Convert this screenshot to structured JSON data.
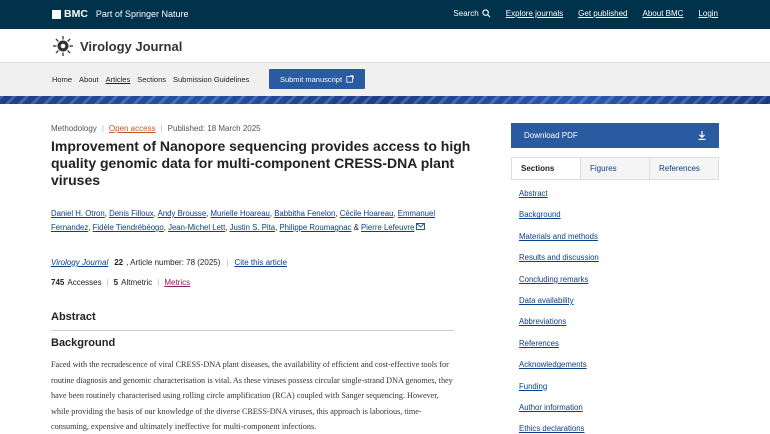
{
  "topbar": {
    "brand": "BMC",
    "part_of": "Part of Springer Nature",
    "links": [
      "Search",
      "Explore journals",
      "Get published",
      "About BMC",
      "Login"
    ]
  },
  "journal": {
    "title": "Virology Journal",
    "nav": [
      "Home",
      "About",
      "Articles",
      "Sections",
      "Submission Guidelines"
    ],
    "active_nav": "Articles",
    "submit_label": "Submit manuscript"
  },
  "article": {
    "type": "Methodology",
    "open_access": "Open access",
    "published": "Published: 18 March 2025",
    "title": "Improvement of Nanopore sequencing provides access to high quality genomic data for multi-component CRESS-DNA plant viruses",
    "authors": [
      "Daniel H. Otron",
      "Denis Filloux",
      "Andy Brousse",
      "Murielle Hoareau",
      "Babbitha Fenelon",
      "Cécile Hoareau",
      "Emmanuel Fernandez",
      "Fidèle Tiendrébéogo",
      "Jean-Michel Lett",
      "Justin S. Pita",
      "Philippe Roumagnac",
      "Pierre Lefeuvre"
    ],
    "journal_name": "Virology Journal",
    "volume": "22",
    "article_number": ", Article number: 78 (2025)",
    "cite_label": "Cite this article",
    "accesses_count": "745",
    "accesses_label": "Accesses",
    "altmetric_count": "5",
    "altmetric_label": "Altmetric",
    "metrics_label": "Metrics",
    "abstract_heading": "Abstract",
    "background_heading": "Background",
    "background_text": "Faced with the recrudescence of viral CRESS-DNA plant diseases, the availability of efficient and cost-effective tools for routine diagnosis and genomic characterisation is vital. As these viruses possess circular single-strand DNA genomes, they have been routinely characterised using rolling circle amplification (RCA) coupled with Sanger sequencing. However, while providing the basis of our knowledge of the diverse CRESS-DNA viruses, this approach is laborious, time-consuming, expensive and ultimately ineffective for multi-component infections."
  },
  "sidebar": {
    "download_label": "Download PDF",
    "tabs": [
      "Sections",
      "Figures",
      "References"
    ],
    "sections": [
      "Abstract",
      "Background",
      "Materials and methods",
      "Results and discussion",
      "Concluding remarks",
      "Data availability",
      "Abbreviations",
      "References",
      "Acknowledgements",
      "Funding",
      "Author information",
      "Ethics declarations"
    ]
  },
  "colors": {
    "topbar": "#01324b",
    "primary_button": "#2a5aa0",
    "link": "#0a3e8a",
    "open_access": "#c0562b"
  }
}
